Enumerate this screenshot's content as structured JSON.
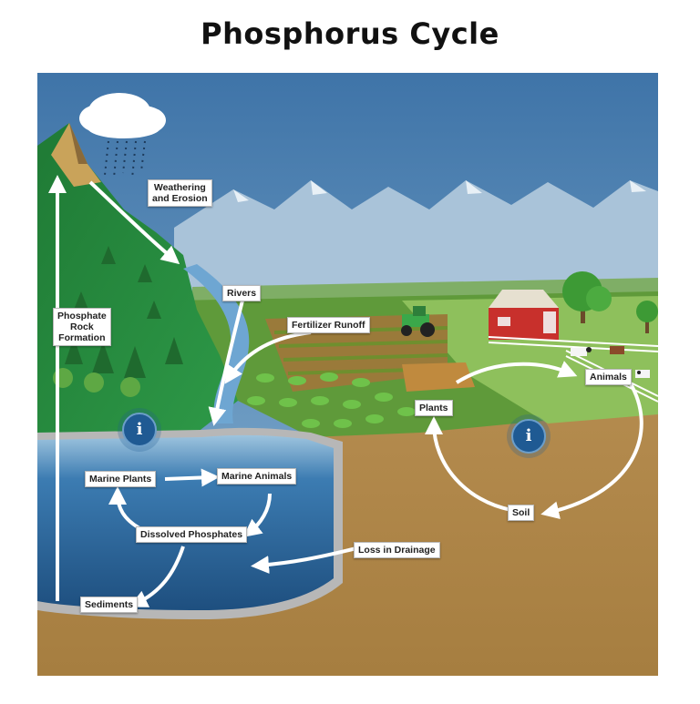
{
  "title": "Phosphorus Cycle",
  "labels": {
    "weathering": [
      "Weathering",
      "and Erosion"
    ],
    "rivers": "Rivers",
    "phosphate_rock": [
      "Phosphate",
      "Rock",
      "Formation"
    ],
    "fertilizer_runoff": "Fertilizer Runoff",
    "marine_plants": "Marine Plants",
    "marine_animals": "Marine Animals",
    "dissolved_phosphates": "Dissolved Phosphates",
    "sediments": "Sediments",
    "loss_in_drainage": "Loss in Drainage",
    "soil": "Soil",
    "plants": "Plants",
    "animals": "Animals"
  },
  "info_buttons": [
    {
      "id": "info-water",
      "glyph": "i"
    },
    {
      "id": "info-land",
      "glyph": "i"
    }
  ],
  "colors": {
    "sky": "#4f86b8",
    "water": "#2f6fa6",
    "soil": "#b0884c",
    "mountain": "#2d8a3e",
    "barn": "#c8302c"
  }
}
